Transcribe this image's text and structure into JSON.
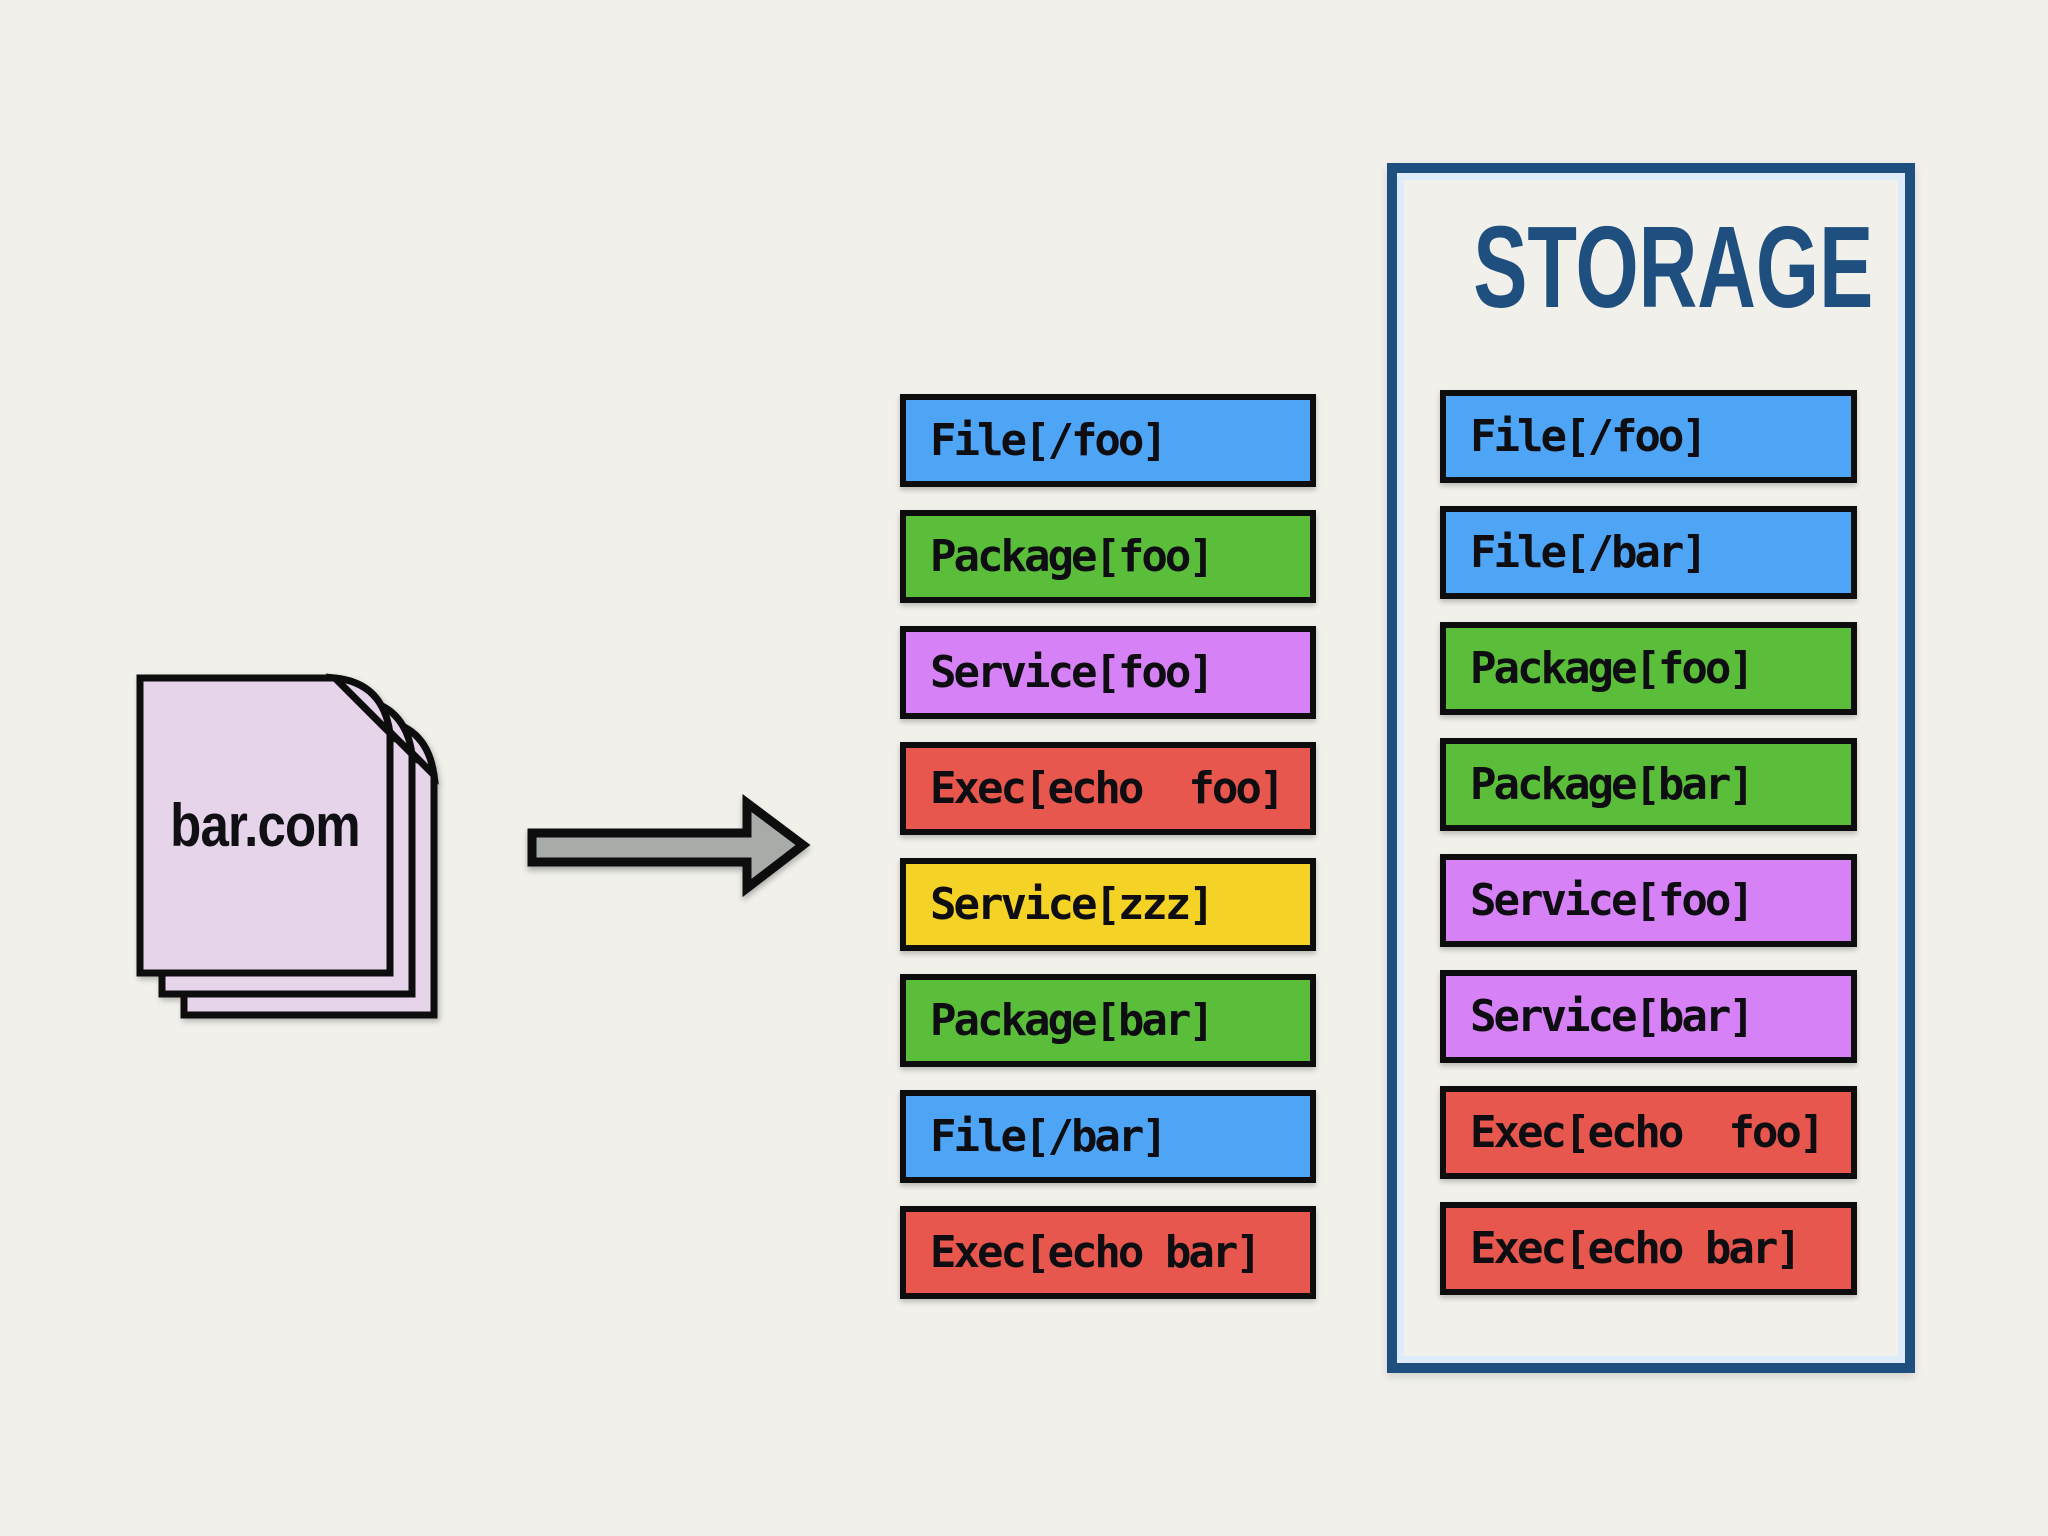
{
  "palette": {
    "bg": "#F1F0EB",
    "file": "#4FA5F5",
    "package": "#5BBE3B",
    "service": "#D681F5",
    "service_alt": "#F5D226",
    "exec": "#E8574D",
    "box_border": "#0D0D0D",
    "storage_accent": "#1E4F7F",
    "storage_glow": "#DDEBFB",
    "doc_fill": "#E6D5EA",
    "arrow_fill": "#A8ACA8"
  },
  "document": {
    "label": "bar.com"
  },
  "manifest": {
    "items": [
      {
        "label": "File[/foo]",
        "type": "file"
      },
      {
        "label": "Package[foo]",
        "type": "package"
      },
      {
        "label": "Service[foo]",
        "type": "service"
      },
      {
        "label": "Exec[echo  foo]",
        "type": "exec"
      },
      {
        "label": "Service[zzz]",
        "type": "service_alt"
      },
      {
        "label": "Package[bar]",
        "type": "package"
      },
      {
        "label": "File[/bar]",
        "type": "file"
      },
      {
        "label": "Exec[echo bar]",
        "type": "exec"
      }
    ]
  },
  "storage": {
    "title": "STORAGE",
    "items": [
      {
        "label": "File[/foo]",
        "type": "file"
      },
      {
        "label": "File[/bar]",
        "type": "file"
      },
      {
        "label": "Package[foo]",
        "type": "package"
      },
      {
        "label": "Package[bar]",
        "type": "package"
      },
      {
        "label": "Service[foo]",
        "type": "service"
      },
      {
        "label": "Service[bar]",
        "type": "service"
      },
      {
        "label": "Exec[echo  foo]",
        "type": "exec"
      },
      {
        "label": "Exec[echo bar]",
        "type": "exec"
      }
    ]
  }
}
